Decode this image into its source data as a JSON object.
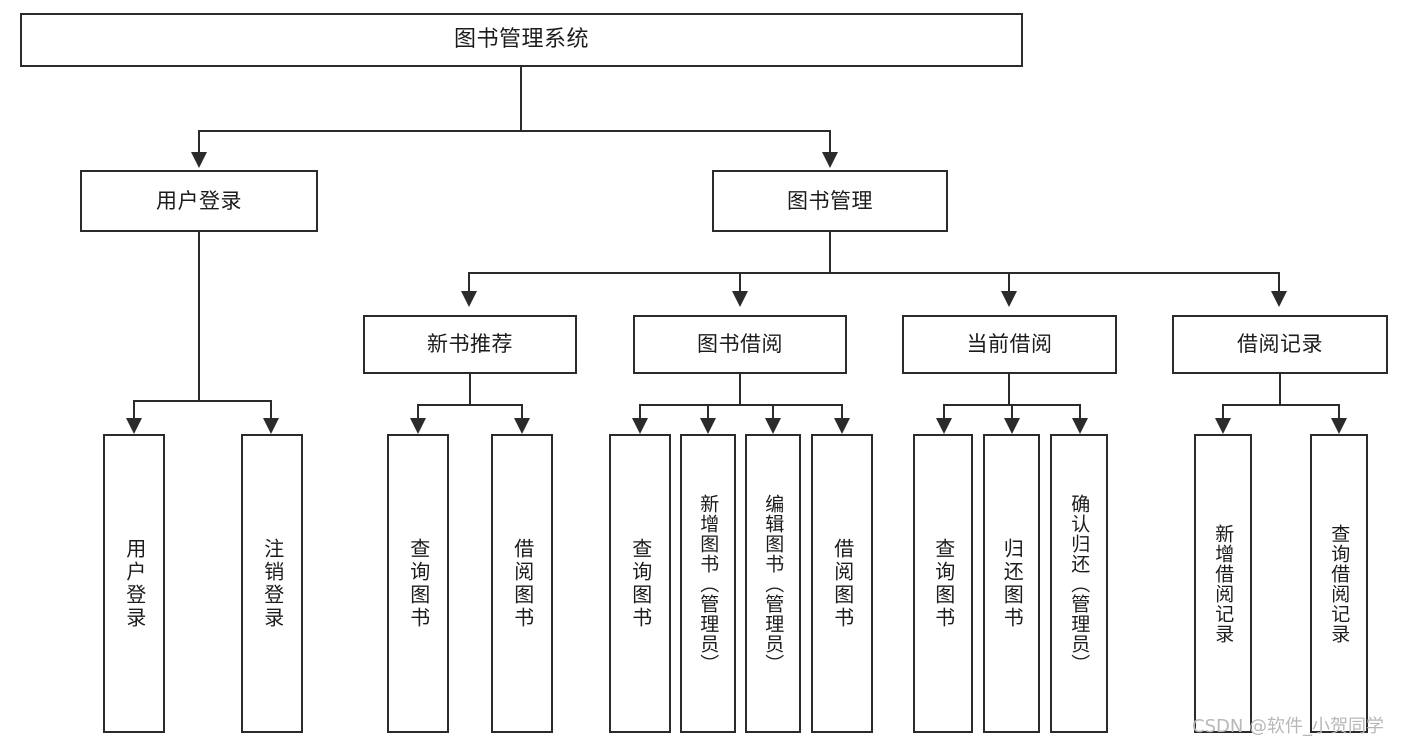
{
  "diagram": {
    "type": "tree-hierarchy-chart",
    "title": "图书管理系统",
    "levels": 4,
    "line_color": "#2b2b2b",
    "background_color": "#ffffff",
    "text_color": "#1c1c1c"
  },
  "nodes": {
    "root": {
      "label": "图书管理系统"
    },
    "level1": [
      {
        "id": "user-login",
        "label": "用户登录"
      },
      {
        "id": "book-manage",
        "label": "图书管理"
      }
    ],
    "level2": [
      {
        "id": "new-book-recommend",
        "label": "新书推荐"
      },
      {
        "id": "book-borrow",
        "label": "图书借阅"
      },
      {
        "id": "current-borrow",
        "label": "当前借阅"
      },
      {
        "id": "borrow-record",
        "label": "借阅记录"
      }
    ],
    "leaves": {
      "user_login": [
        {
          "id": "leaf-user-login",
          "label": "用户登录"
        },
        {
          "id": "leaf-logout",
          "label": "注销登录"
        }
      ],
      "new_book_recommend": [
        {
          "id": "leaf-query-book-1",
          "label": "查询图书"
        },
        {
          "id": "leaf-borrow-book-1",
          "label": "借阅图书"
        }
      ],
      "book_borrow": [
        {
          "id": "leaf-query-book-2",
          "label": "查询图书"
        },
        {
          "id": "leaf-add-book",
          "label": "新增图书（管理员）"
        },
        {
          "id": "leaf-edit-book",
          "label": "编辑图书（管理员）"
        },
        {
          "id": "leaf-borrow-book-2",
          "label": "借阅图书"
        }
      ],
      "current_borrow": [
        {
          "id": "leaf-query-book-3",
          "label": "查询图书"
        },
        {
          "id": "leaf-return-book",
          "label": "归还图书"
        },
        {
          "id": "leaf-confirm-return",
          "label": "确认归还（管理员）"
        }
      ],
      "borrow_record": [
        {
          "id": "leaf-add-record",
          "label": "新增借阅记录"
        },
        {
          "id": "leaf-query-record",
          "label": "查询借阅记录"
        }
      ]
    }
  },
  "watermark": {
    "text": "CSDN @软件_小贺同学"
  }
}
